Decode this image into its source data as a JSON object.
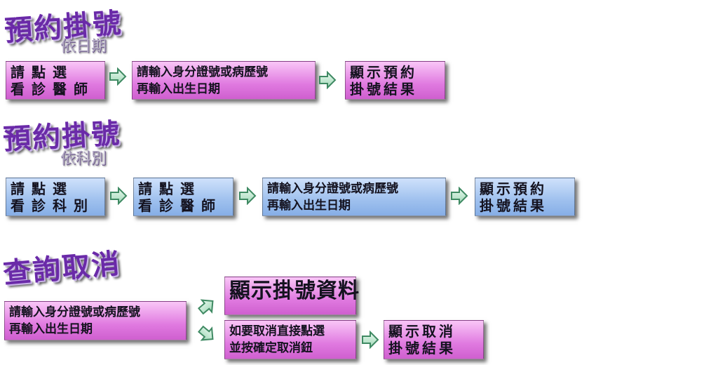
{
  "section1": {
    "title": "預約掛號",
    "subtitle": "依日期",
    "steps": [
      {
        "line1": "請點選",
        "line2": "看診醫師"
      },
      {
        "line1": "請輸入身分證號或病歷號",
        "line2": "再輸入出生日期"
      },
      {
        "line1": "顯示預約",
        "line2": "掛號結果"
      }
    ]
  },
  "section2": {
    "title": "預約掛號",
    "subtitle": "依科別",
    "steps": [
      {
        "line1": "請點選",
        "line2": "看診科別"
      },
      {
        "line1": "請點選",
        "line2": "看診醫師"
      },
      {
        "line1": "請輸入身分證號或病歷號",
        "line2": "再輸入出生日期"
      },
      {
        "line1": "顯示預約",
        "line2": "掛號結果"
      }
    ]
  },
  "section3": {
    "title": "查詢取消",
    "input": {
      "line1": "請輸入身分證號或病歷號",
      "line2": "再輸入出生日期"
    },
    "show": "顯示掛號資料",
    "cancel": {
      "line1": "如要取消直接點選",
      "line2": "並按確定取消鈕"
    },
    "result": {
      "line1": "顯示取消",
      "line2": "掛號結果"
    }
  },
  "colors": {
    "pink": "#e07ae0",
    "blue": "#9ec0ee",
    "title": "#6a2aa8",
    "arrow": "#3f8a63"
  }
}
